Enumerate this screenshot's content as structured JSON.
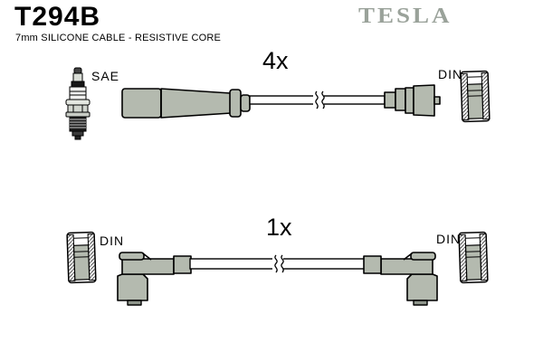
{
  "header": {
    "part_number": "T294B",
    "subtitle": "7mm SILICONE CABLE - RESISTIVE CORE",
    "brand": "TESLA"
  },
  "colors": {
    "boot_fill": "#b4baaf",
    "brand_gray": "#9aa29a",
    "outline": "#000000",
    "background": "#ffffff"
  },
  "items": [
    {
      "quantity": "4x",
      "left_terminal": "SAE",
      "right_terminal": "DIN"
    },
    {
      "quantity": "1x",
      "left_terminal": "DIN",
      "right_terminal": "DIN"
    }
  ]
}
